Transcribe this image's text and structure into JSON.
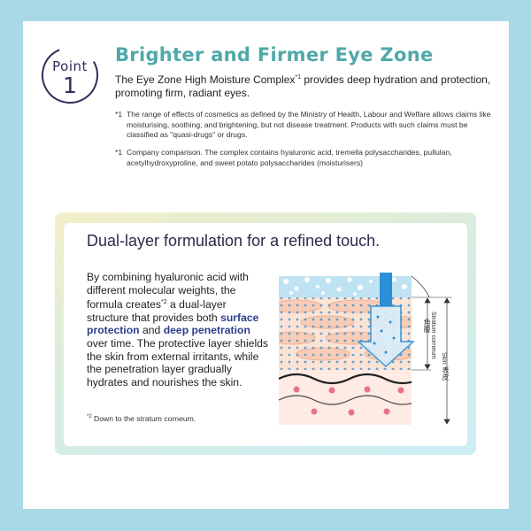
{
  "point": {
    "word": "Point",
    "number": "1"
  },
  "header": {
    "title": "Brighter and Firmer Eye Zone",
    "lead_before": "The Eye Zone High Moisture Complex",
    "lead_sup": "*1",
    "lead_after": " provides deep hydration and protection, promoting firm, radiant eyes."
  },
  "notes": [
    {
      "mark": "*1",
      "text": "The range of effects of cosmetics as defined by the Ministry of Health, Labour and Welfare allows claims like moisturising, soothing, and brightening, but not disease treatment. Products with such claims must be classified as \"quasi-drugs\" or drugs."
    },
    {
      "mark": "*1",
      "text": "Company comparison. The complex contains hyaluronic acid, tremella polysaccharides, pullulan, acetylhydroxyproline, and sweet potato polysaccharides (moisturisers)"
    }
  ],
  "card": {
    "title": "Dual-layer formulation for a refined touch.",
    "body_1": "By combining hyaluronic acid with different molecular weights, the formula creates",
    "body_sup": "*2",
    "body_2": " a dual-layer structure that provides both ",
    "hl_1": "surface protection",
    "body_3": " and ",
    "hl_2": "deep penetration",
    "body_4": " over time. The protective layer shields the skin from external irritants, while the penetration layer gradually hydrates and nourishes the skin.",
    "foot_sup": "*2",
    "foot_text": " Down to the stratum corneum."
  },
  "diagram": {
    "label_stratum_jp": "角層",
    "label_stratum_en": "Stratum corneum",
    "label_skin_en": "Skin",
    "label_skin_jp": "表皮"
  },
  "colors": {
    "background": "#a9d8e6",
    "headline": "#4fa9a8",
    "highlight": "#2b3f8a",
    "arrow": "#2a8fd6"
  }
}
